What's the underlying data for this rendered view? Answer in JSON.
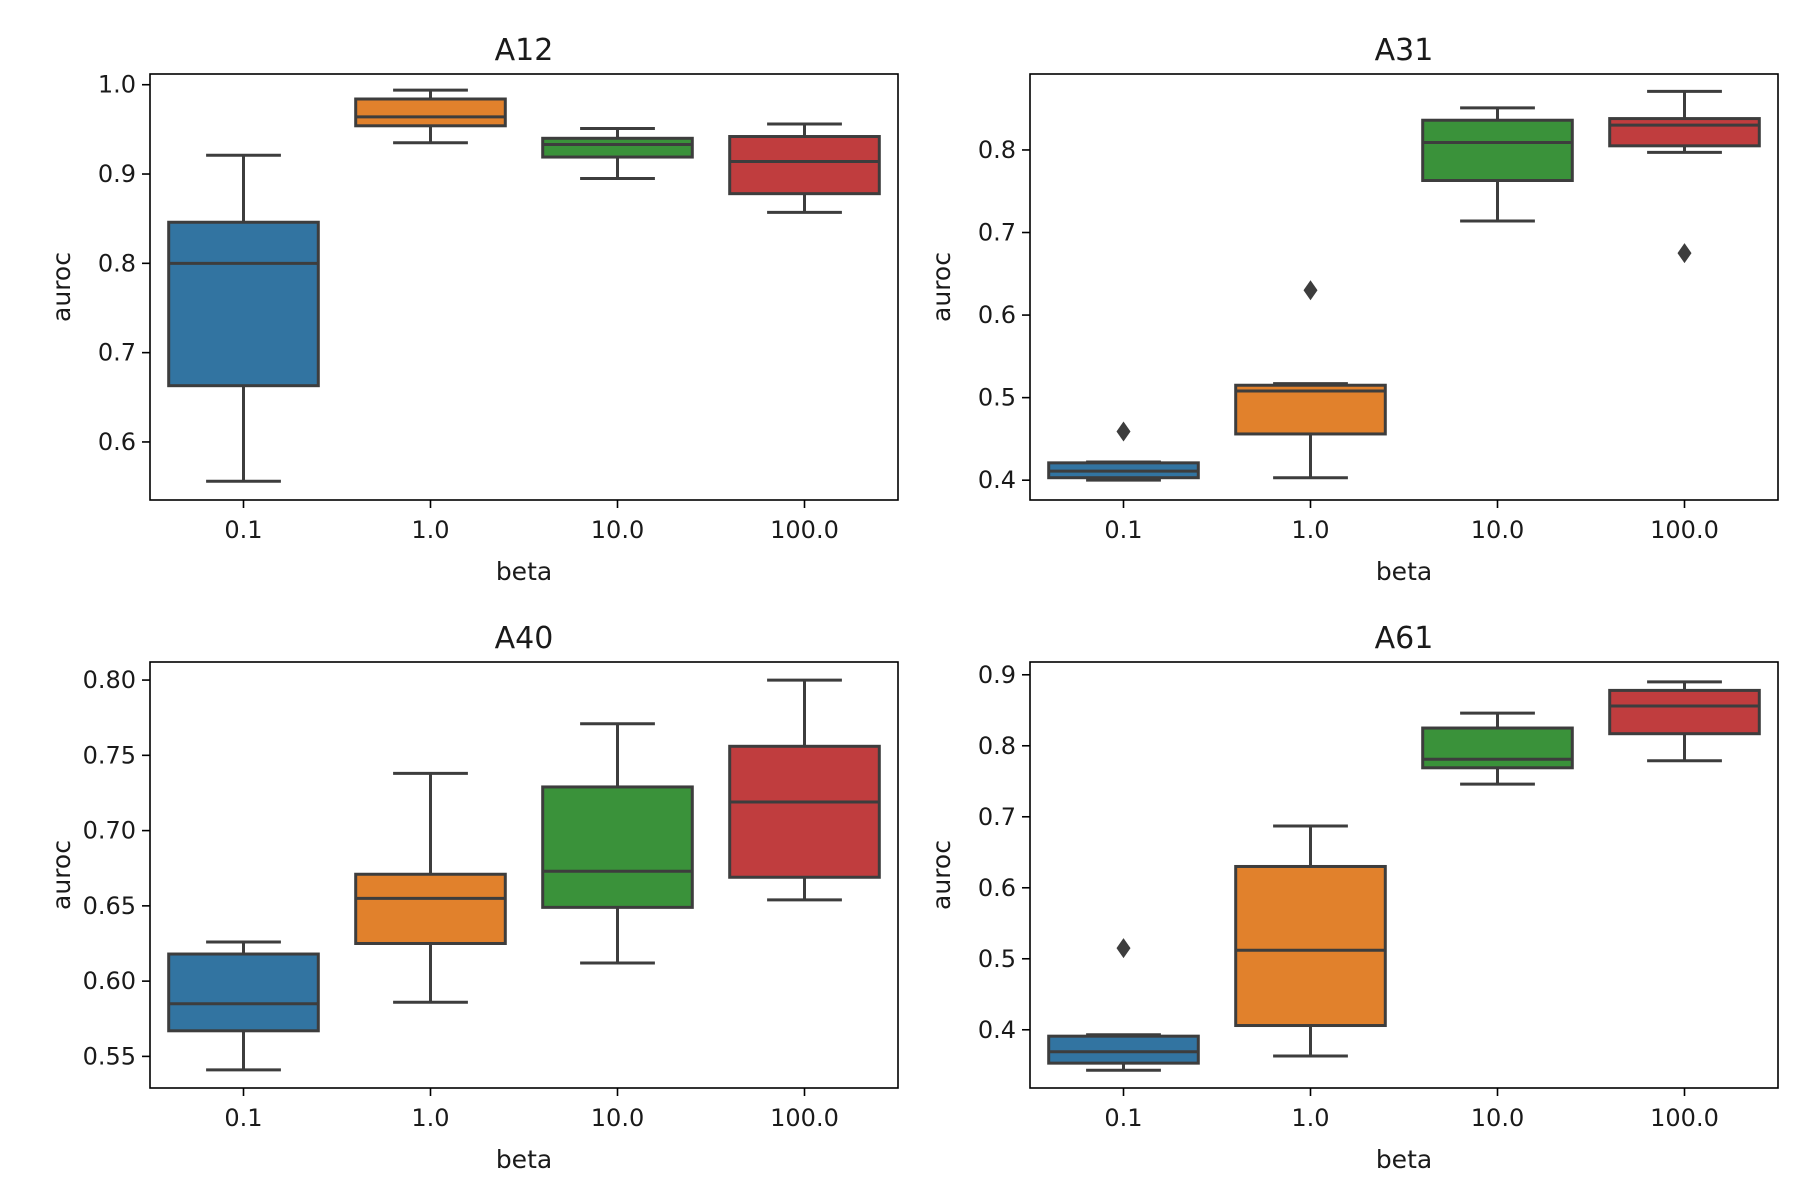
{
  "chart_data": [
    {
      "type": "box",
      "title": "A12",
      "xlabel": "beta",
      "ylabel": "auroc",
      "categories": [
        "0.1",
        "1.0",
        "10.0",
        "100.0"
      ],
      "ylim": [
        0.535,
        1.012
      ],
      "yticks": [
        "0.6",
        "0.7",
        "0.8",
        "0.9",
        "1.0"
      ],
      "colors": [
        "#3274a1",
        "#e1812c",
        "#3a923a",
        "#c03d3e"
      ],
      "boxes": [
        {
          "category": "0.1",
          "whisker_low": 0.556,
          "q1": 0.663,
          "median": 0.8,
          "q3": 0.846,
          "whisker_high": 0.921,
          "outliers": []
        },
        {
          "category": "1.0",
          "whisker_low": 0.935,
          "q1": 0.954,
          "median": 0.964,
          "q3": 0.984,
          "whisker_high": 0.994,
          "outliers": []
        },
        {
          "category": "10.0",
          "whisker_low": 0.895,
          "q1": 0.919,
          "median": 0.933,
          "q3": 0.94,
          "whisker_high": 0.951,
          "outliers": []
        },
        {
          "category": "100.0",
          "whisker_low": 0.857,
          "q1": 0.878,
          "median": 0.914,
          "q3": 0.942,
          "whisker_high": 0.956,
          "outliers": []
        }
      ]
    },
    {
      "type": "box",
      "title": "A31",
      "xlabel": "beta",
      "ylabel": "auroc",
      "categories": [
        "0.1",
        "1.0",
        "10.0",
        "100.0"
      ],
      "ylim": [
        0.376,
        0.892
      ],
      "yticks": [
        "0.4",
        "0.5",
        "0.6",
        "0.7",
        "0.8"
      ],
      "colors": [
        "#3274a1",
        "#e1812c",
        "#3a923a",
        "#c03d3e"
      ],
      "boxes": [
        {
          "category": "0.1",
          "whisker_low": 0.4,
          "q1": 0.403,
          "median": 0.411,
          "q3": 0.421,
          "whisker_high": 0.422,
          "outliers": [
            0.459
          ]
        },
        {
          "category": "1.0",
          "whisker_low": 0.403,
          "q1": 0.456,
          "median": 0.508,
          "q3": 0.515,
          "whisker_high": 0.517,
          "outliers": [
            0.63
          ]
        },
        {
          "category": "10.0",
          "whisker_low": 0.714,
          "q1": 0.763,
          "median": 0.809,
          "q3": 0.836,
          "whisker_high": 0.851,
          "outliers": []
        },
        {
          "category": "100.0",
          "whisker_low": 0.797,
          "q1": 0.805,
          "median": 0.83,
          "q3": 0.838,
          "whisker_high": 0.871,
          "outliers": [
            0.675
          ]
        }
      ]
    },
    {
      "type": "box",
      "title": "A40",
      "xlabel": "beta",
      "ylabel": "auroc",
      "categories": [
        "0.1",
        "1.0",
        "10.0",
        "100.0"
      ],
      "ylim": [
        0.529,
        0.812
      ],
      "yticks": [
        "0.55",
        "0.60",
        "0.65",
        "0.70",
        "0.75",
        "0.80"
      ],
      "colors": [
        "#3274a1",
        "#e1812c",
        "#3a923a",
        "#c03d3e"
      ],
      "boxes": [
        {
          "category": "0.1",
          "whisker_low": 0.541,
          "q1": 0.567,
          "median": 0.585,
          "q3": 0.618,
          "whisker_high": 0.626,
          "outliers": []
        },
        {
          "category": "1.0",
          "whisker_low": 0.586,
          "q1": 0.625,
          "median": 0.655,
          "q3": 0.671,
          "whisker_high": 0.738,
          "outliers": []
        },
        {
          "category": "10.0",
          "whisker_low": 0.612,
          "q1": 0.649,
          "median": 0.673,
          "q3": 0.729,
          "whisker_high": 0.771,
          "outliers": []
        },
        {
          "category": "100.0",
          "whisker_low": 0.654,
          "q1": 0.669,
          "median": 0.719,
          "q3": 0.756,
          "whisker_high": 0.8,
          "outliers": []
        }
      ]
    },
    {
      "type": "box",
      "title": "A61",
      "xlabel": "beta",
      "ylabel": "auroc",
      "categories": [
        "0.1",
        "1.0",
        "10.0",
        "100.0"
      ],
      "ylim": [
        0.318,
        0.918
      ],
      "yticks": [
        "0.4",
        "0.5",
        "0.6",
        "0.7",
        "0.8",
        "0.9"
      ],
      "colors": [
        "#3274a1",
        "#e1812c",
        "#3a923a",
        "#c03d3e"
      ],
      "boxes": [
        {
          "category": "0.1",
          "whisker_low": 0.343,
          "q1": 0.353,
          "median": 0.369,
          "q3": 0.391,
          "whisker_high": 0.393,
          "outliers": [
            0.515
          ]
        },
        {
          "category": "1.0",
          "whisker_low": 0.363,
          "q1": 0.406,
          "median": 0.512,
          "q3": 0.63,
          "whisker_high": 0.687,
          "outliers": []
        },
        {
          "category": "10.0",
          "whisker_low": 0.746,
          "q1": 0.769,
          "median": 0.781,
          "q3": 0.825,
          "whisker_high": 0.846,
          "outliers": []
        },
        {
          "category": "100.0",
          "whisker_low": 0.779,
          "q1": 0.817,
          "median": 0.856,
          "q3": 0.878,
          "whisker_high": 0.89,
          "outliers": []
        }
      ]
    }
  ]
}
